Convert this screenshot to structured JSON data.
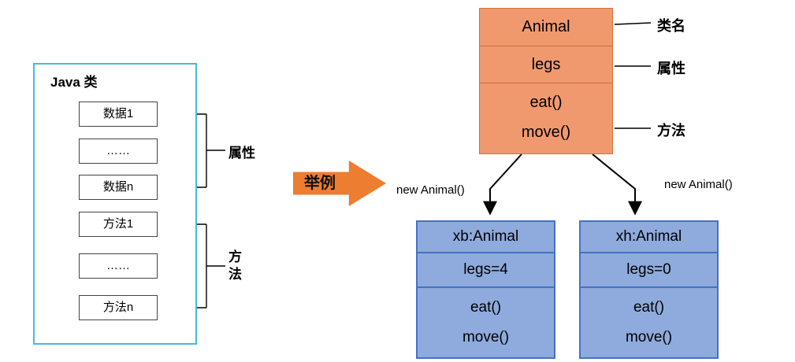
{
  "java_class": {
    "title": "Java 类",
    "members": [
      "数据1",
      "……",
      "数据n",
      "方法1",
      "……",
      "方法n"
    ],
    "attributes_label": "属性",
    "methods_label": "方法"
  },
  "example_arrow": {
    "label": "举例"
  },
  "animal_class": {
    "name": "Animal",
    "attribute": "legs",
    "methods": [
      "eat()",
      "move()"
    ],
    "callouts": {
      "class_name": "类名",
      "attribute": "属性",
      "method": "方法"
    }
  },
  "instantiation": {
    "left_label": "new Animal()",
    "right_label": "new Animal()"
  },
  "instances": [
    {
      "name": "xb:Animal",
      "attribute": "legs=4",
      "methods": [
        "eat()",
        "move()"
      ]
    },
    {
      "name": "xh:Animal",
      "attribute": "legs=0",
      "methods": [
        "eat()",
        "move()"
      ]
    }
  ],
  "colors": {
    "class_fill": "#F0996F",
    "class_border": "#D4703D",
    "instance_fill": "#8FAADC",
    "instance_border": "#4472C4",
    "java_box_border": "#49B8E2",
    "example_arrow_fill": "#ED7D31",
    "connector": "#000000"
  }
}
